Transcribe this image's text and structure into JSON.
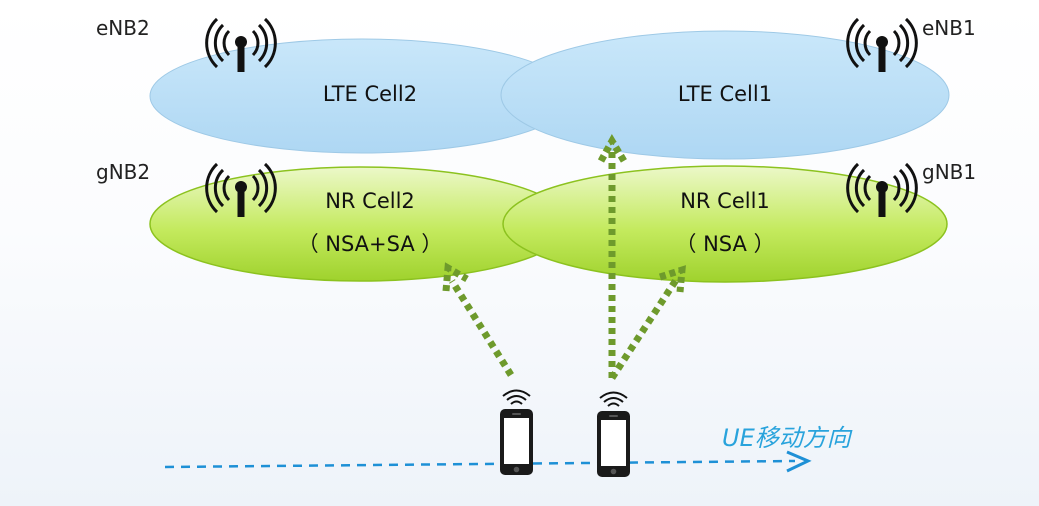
{
  "labels": {
    "enb2": "eNB2",
    "enb1": "eNB1",
    "gnb2": "gNB2",
    "gnb1": "gNB1"
  },
  "cells": {
    "lte2": "LTE Cell2",
    "lte1": "LTE Cell1",
    "nr2_name": "NR Cell2",
    "nr2_mode": "（ NSA+SA ）",
    "nr1_name": "NR Cell1",
    "nr1_mode": "（ NSA ）"
  },
  "movement": {
    "label": "UE移动方向"
  },
  "colors": {
    "lte_cell": "#bfe1f7",
    "nr_cell": "#b7e34a",
    "link_arrow": "#6e9a2c",
    "move_arrow": "#1e90d6",
    "move_label": "#29a3dc"
  }
}
